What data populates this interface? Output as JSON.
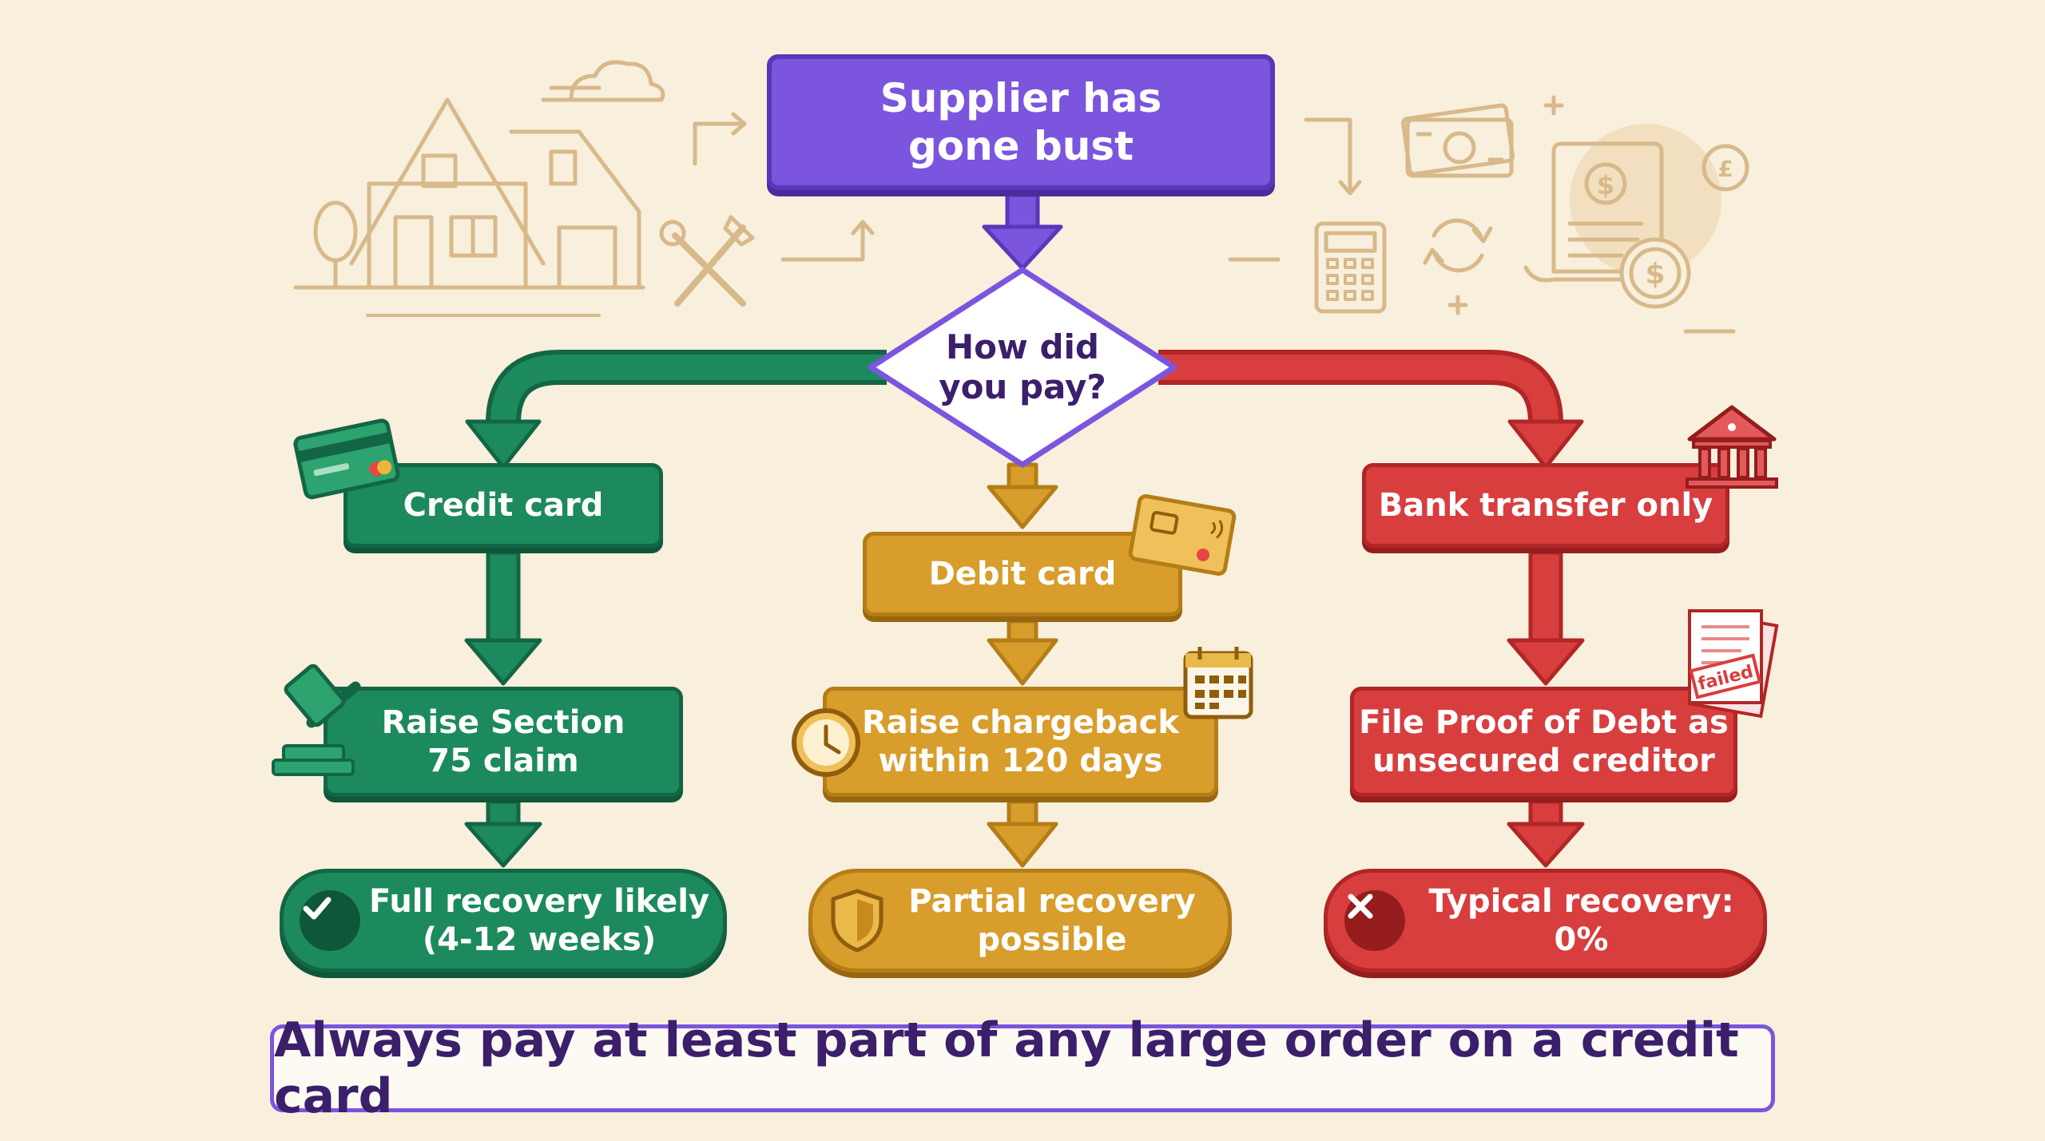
{
  "start": {
    "label": "Supplier has\ngone bust"
  },
  "decision": {
    "label": "How did\nyou pay?"
  },
  "branches": [
    {
      "method": "Credit card",
      "action": "Raise Section\n75 claim",
      "outcome": "Full recovery likely\n(4-12 weeks)",
      "color": "#1c8a5c"
    },
    {
      "method": "Debit card",
      "action": "Raise chargeback\nwithin 120 days",
      "outcome": "Partial recovery\npossible",
      "color": "#d89d2a"
    },
    {
      "method": "Bank transfer only",
      "action": "File Proof of Debt as\nunsecured creditor",
      "outcome": "Typical recovery: 0%",
      "color": "#d83e3e"
    }
  ],
  "stamp": {
    "text": "failed"
  },
  "footer": {
    "text": "Always pay at least part of any large order on a credit card"
  },
  "colors": {
    "start": "#7b55de",
    "background": "#f8efdd",
    "icon_line": "#d8b98a",
    "text_dark": "#3b1f6b"
  },
  "icons": [
    "house-icon",
    "tools-icon",
    "cloud-icon",
    "banknote-icon",
    "calculator-icon",
    "refresh-icon",
    "receipt-icon",
    "pound-coin-icon",
    "dollar-coin-icon",
    "credit-card-icon",
    "debit-card-icon",
    "bank-icon",
    "gavel-icon",
    "clock-icon",
    "calendar-icon",
    "document-icon",
    "check-icon",
    "shield-icon",
    "cross-icon"
  ]
}
